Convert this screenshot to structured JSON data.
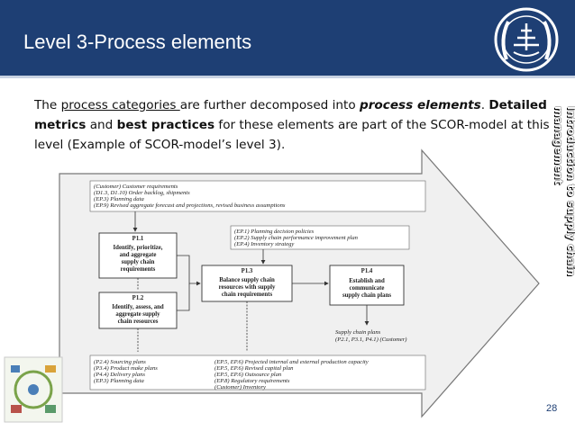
{
  "title": "Level 3-Process elements",
  "intro": {
    "t1": "The ",
    "t2": "process categories ",
    "t3": "are further decomposed into ",
    "t4": "process elements",
    "t5": ". ",
    "t6": "Detailed metrics",
    "t7": " and ",
    "t8": "best practices",
    "t9": " for these elements are part of the SCOR-model at this level (Example of SCOR-model’s level 3)."
  },
  "side_text": "Introduction to supply chain management",
  "page_number": "28",
  "figure": {
    "top_inputs": [
      "(Customer) Customer requirements",
      "(D1.3, D1.10)  Order backlog, shipments",
      "(EP.3) Planning data",
      "(EP.9)  Revised aggregate forecast and projections, revised business assumptions"
    ],
    "mid_inputs": [
      "(EP.1)  Planning decision policies",
      "(EP.2)  Supply chain performance improvement plan",
      "(EP.4)  Inventory strategy"
    ],
    "p11": {
      "id": "P1.1",
      "lines": [
        "Identify, prioritize,",
        "and aggregate",
        "supply chain",
        "requirements"
      ]
    },
    "p12": {
      "id": "P1.2",
      "lines": [
        "Identify, assess, and",
        "aggregate supply",
        "chain resources"
      ]
    },
    "p13": {
      "id": "P1.3",
      "lines": [
        "Balance supply chain",
        "resources with supply",
        "chain requirements"
      ]
    },
    "p14": {
      "id": "P1.4",
      "lines": [
        "Establish and",
        "communicate",
        "supply chain plans"
      ]
    },
    "outputs": [
      "Supply chain plans",
      "(P2.1, P3.1, P4.1) (Customer)"
    ],
    "bottom_left": [
      "(P2.4)  Sourcing plans",
      "(P3.4)  Product make plans",
      "(P4.4)  Delivery plans",
      "(EP.3)  Planning data"
    ],
    "bottom_right": [
      "(EP.5, EP.6)  Projected internal and external production capacity",
      "(EP.5, EP.6)  Revised capital plan",
      "(EP.5, EP.6)  Outsource plan",
      "(EP.8)  Regulatory requirements",
      "(Customer)  Inventory"
    ]
  }
}
